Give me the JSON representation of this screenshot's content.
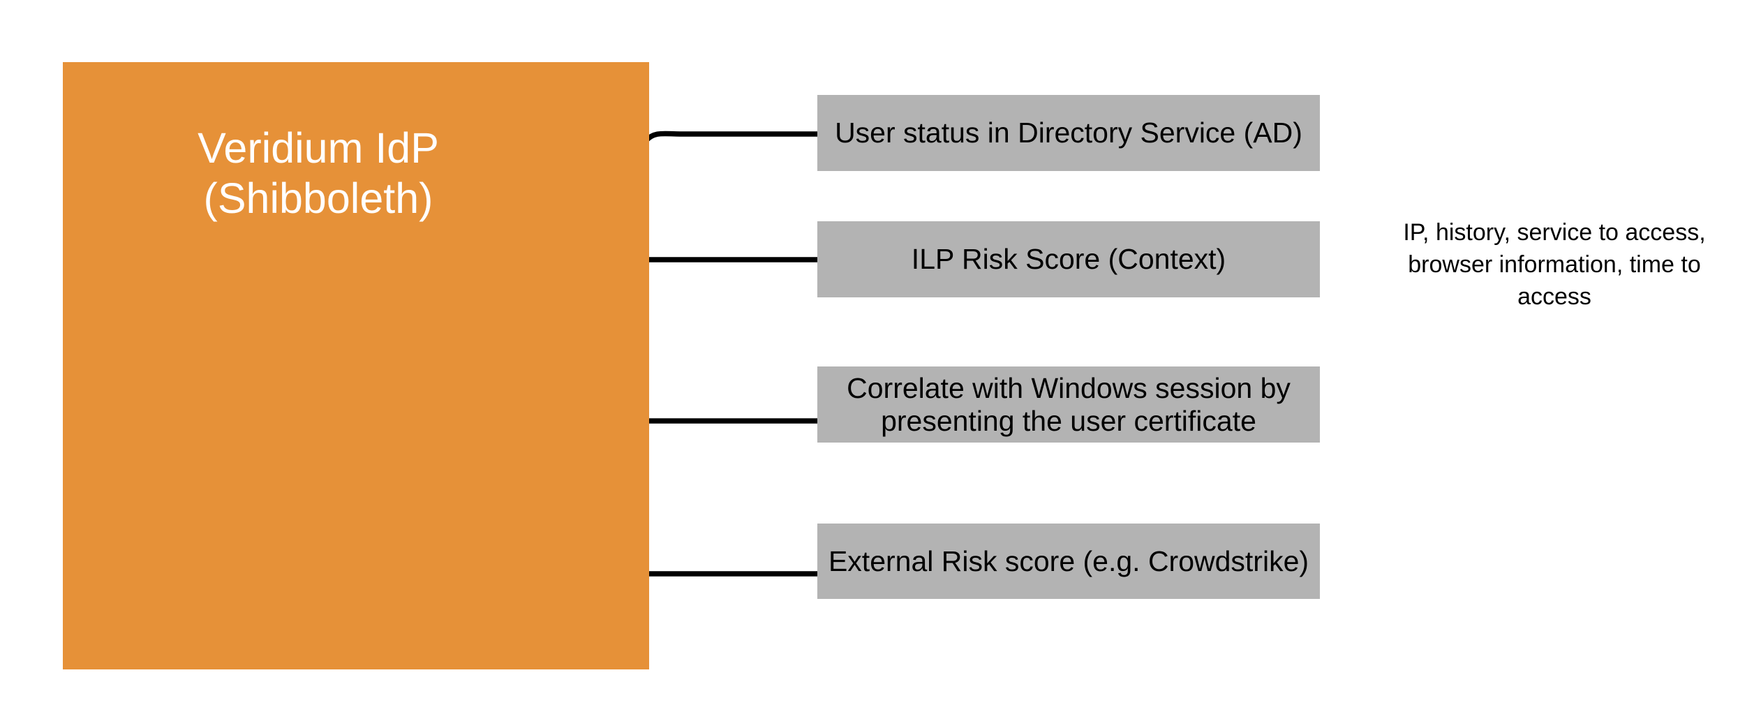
{
  "diagram": {
    "background": "#FFFFFF",
    "main_node": {
      "label_line1": "Veridium IdP",
      "label_line2": "(Shibboleth)",
      "fill": "#E69138",
      "text_color": "#FFFFFF"
    },
    "factor_nodes": [
      {
        "label": "User status in Directory Service (AD)"
      },
      {
        "label": "ILP Risk Score (Context)"
      },
      {
        "label": "Correlate with Windows session by presenting the user certificate"
      },
      {
        "label": "External Risk score (e.g. Crowdstrike)"
      }
    ],
    "factor_style": {
      "fill": "#B3B3B3",
      "text_color": "#000000"
    },
    "connector_color": "#000000",
    "annotation": {
      "text_color": "#000000",
      "lines": [
        "IP, history, service to access,",
        "browser information, time to",
        "access"
      ]
    }
  }
}
